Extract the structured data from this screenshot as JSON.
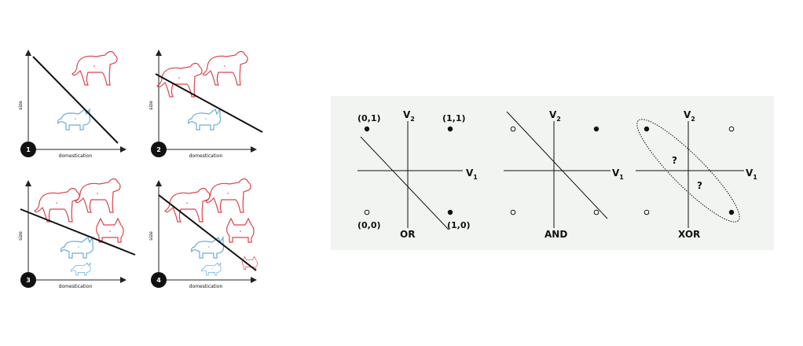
{
  "perceptron_panels": {
    "x_label": "domestication",
    "y_label": "size",
    "steps": [
      "1",
      "2",
      "3",
      "4"
    ],
    "colors": {
      "dog": "#d9434b",
      "cat": "#6aaed8",
      "line": "#111111",
      "badge": "#111111"
    }
  },
  "logic_gates": {
    "background": "#f1f4f1",
    "axis_v1": "V",
    "axis_v1_sub": "1",
    "axis_v2": "V",
    "axis_v2_sub": "2",
    "or_panel": {
      "title": "OR",
      "p00": "(0,0)",
      "p01": "(0,1)",
      "p10": "(1,0)",
      "p11": "(1,1)"
    },
    "and_panel": {
      "title": "AND"
    },
    "xor_panel": {
      "title": "XOR",
      "unknown_mark": "?"
    }
  }
}
